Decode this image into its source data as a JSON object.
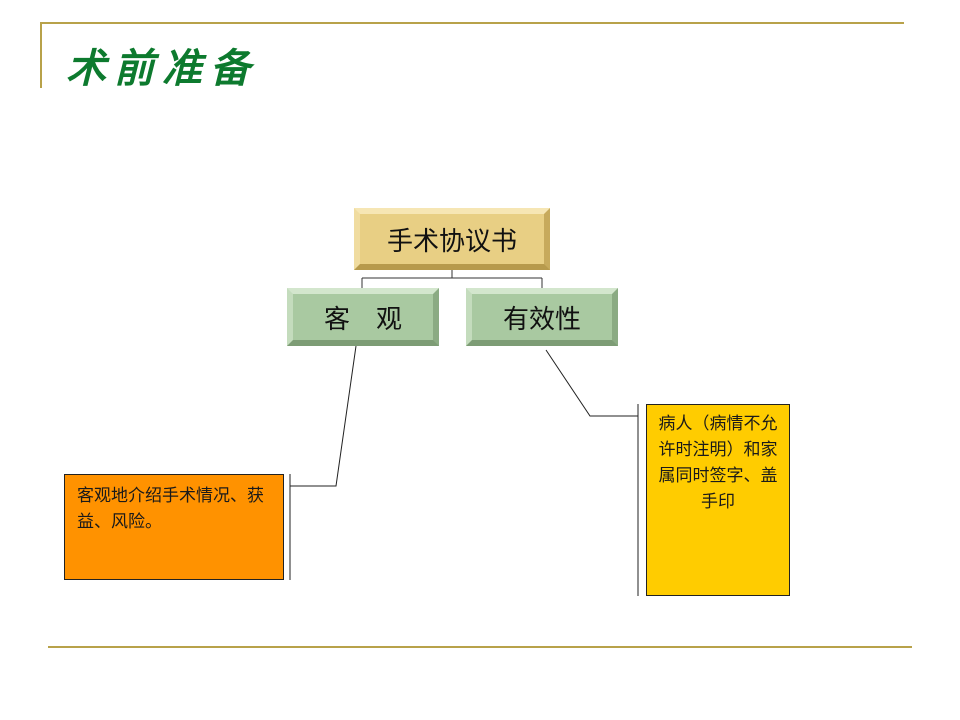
{
  "slide": {
    "title": "术前准备"
  },
  "diagram": {
    "root": "手术协议书",
    "children": [
      "客　观",
      "有效性"
    ],
    "notes": {
      "objective": "客观地介绍手术情况、获益、风险。",
      "validity": "病人（病情不允许时注明）和家属同时签字、盖手印"
    }
  },
  "colors": {
    "title": "#0d7a2e",
    "rules": "#b8a24a",
    "root_box": "#e8cf84",
    "child_box": "#a9c9a1",
    "note_objective": "#ff9200",
    "note_validity": "#ffcc00"
  }
}
